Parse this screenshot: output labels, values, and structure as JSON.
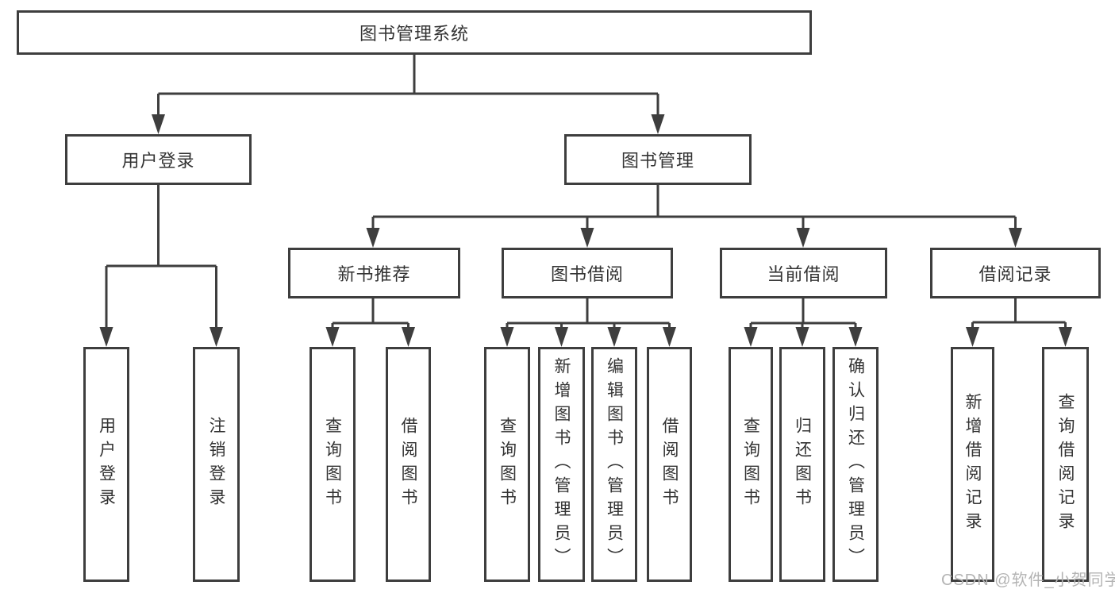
{
  "colors": {
    "line": "#3e3e3e",
    "box_border": "#3e3e3e",
    "text": "#333333",
    "background": "#ffffff",
    "watermark": "#b4b4b4"
  },
  "watermark": {
    "text": "CSDN @软件_小贺同学"
  },
  "chart_type": "hierarchy-diagram",
  "tree": {
    "root": {
      "label": "图书管理系统"
    },
    "branches": [
      {
        "label": "用户登录",
        "children": [
          {
            "label": "用户登录"
          },
          {
            "label": "注销登录"
          }
        ]
      },
      {
        "label": "图书管理",
        "children": [
          {
            "label": "新书推荐",
            "children": [
              {
                "label": "查询图书"
              },
              {
                "label": "借阅图书"
              }
            ]
          },
          {
            "label": "图书借阅",
            "children": [
              {
                "label": "查询图书"
              },
              {
                "label": "新增图书（管理员）"
              },
              {
                "label": "编辑图书（管理员）"
              },
              {
                "label": "借阅图书"
              }
            ]
          },
          {
            "label": "当前借阅",
            "children": [
              {
                "label": "查询图书"
              },
              {
                "label": "归还图书"
              },
              {
                "label": "确认归还（管理员）"
              }
            ]
          },
          {
            "label": "借阅记录",
            "children": [
              {
                "label": "新增借阅记录"
              },
              {
                "label": "查询借阅记录"
              }
            ]
          }
        ]
      }
    ]
  }
}
